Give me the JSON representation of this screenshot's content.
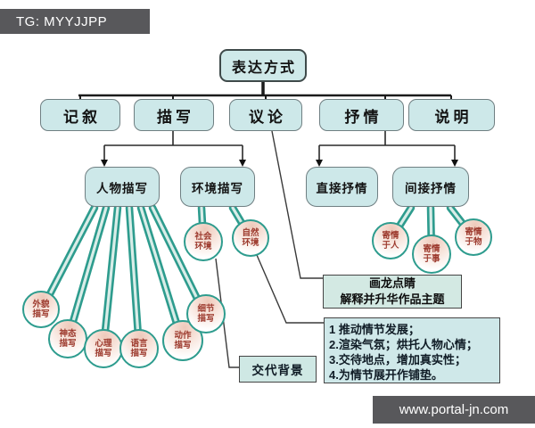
{
  "page": {
    "tag": "TG: MYYJJPP",
    "watermark": "www.portal-jn.com"
  },
  "colors": {
    "node_fill": "#cde8e9",
    "node_border": "#6f7f82",
    "teal_connector": "#2e9c8e",
    "circle_text": "#9c392d",
    "circle_fill_top": "#eec9ba",
    "bar_bg": "#58585b",
    "note_fill": "#d3e9e3"
  },
  "tree": {
    "root": "表达方式",
    "level2": [
      "记叙",
      "描写",
      "议论",
      "抒情",
      "说明"
    ],
    "level3": [
      "人物描写",
      "环境描写",
      "直接抒情",
      "间接抒情"
    ],
    "person_circles": [
      "外貌描写",
      "神态描写",
      "心理描写",
      "语言描写",
      "动作描写",
      "细节描写"
    ],
    "env_circles": [
      "社会环境",
      "自然环境"
    ],
    "lyric_circles": [
      "寄情于人",
      "寄情于事",
      "寄情于物"
    ]
  },
  "notes": {
    "dragon": {
      "line1": "画龙点睛",
      "line2": "解释并升华作品主题"
    },
    "env_functions": [
      "1 推动情节发展；",
      "2.渲染气氛；烘托人物心情；",
      "3.交待地点，增加真实性；",
      "4.为情节展开作铺垫。"
    ],
    "background": "交代背景"
  }
}
